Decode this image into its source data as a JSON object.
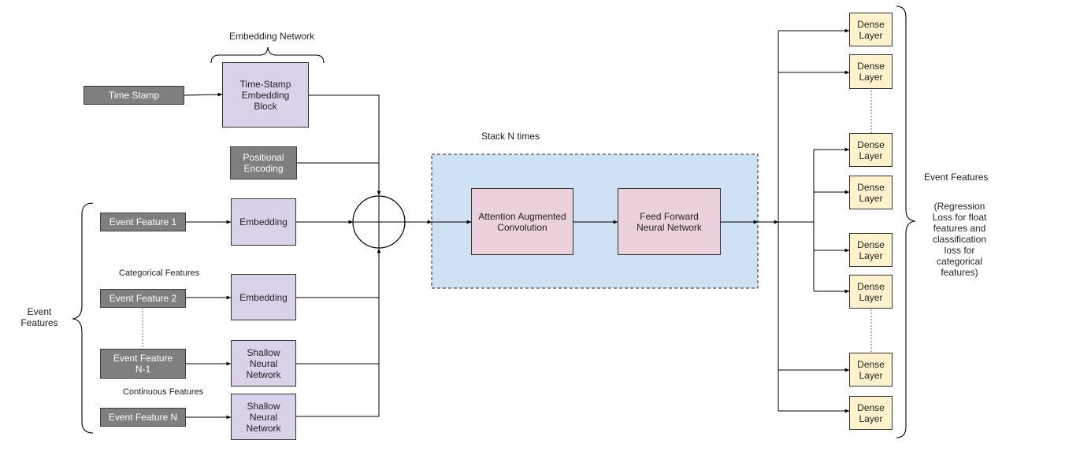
{
  "inputs": {
    "time_stamp": "Time Stamp",
    "positional_encoding": "Positional\nEncoding",
    "event_feature_1": "Event Feature 1",
    "event_feature_2": "Event Feature 2",
    "event_feature_n_minus_1": "Event Feature\nN-1",
    "event_feature_n": "Event Feature N"
  },
  "blocks": {
    "time_stamp_embedding": "Time-Stamp\nEmbedding\nBlock",
    "embedding_1": "Embedding",
    "embedding_2": "Embedding",
    "shallow_nn_1": "Shallow\nNeural\nNetwork",
    "shallow_nn_2": "Shallow\nNeural\nNetwork",
    "attention_conv": "Attention Augmented\nConvolution",
    "feed_forward": "Feed Forward\nNeural Network"
  },
  "dense_layers": [
    "Dense\nLayer",
    "Dense\nLayer",
    "Dense\nLayer",
    "Dense\nLayer",
    "Dense\nLayer",
    "Dense\nLayer",
    "Dense\nLayer",
    "Dense\nLayer"
  ],
  "labels": {
    "embedding_network": "Embedding Network",
    "stack_n_times": "Stack N times",
    "categorical_features": "Categorical Features",
    "continuous_features": "Continuous Features",
    "event_features_left": "Event\nFeatures",
    "event_features_right_title": "Event Features",
    "event_features_right_note": "(Regression\nLoss for float\nfeatures and\nclassification\nloss for\ncategorical\nfeatures)"
  }
}
